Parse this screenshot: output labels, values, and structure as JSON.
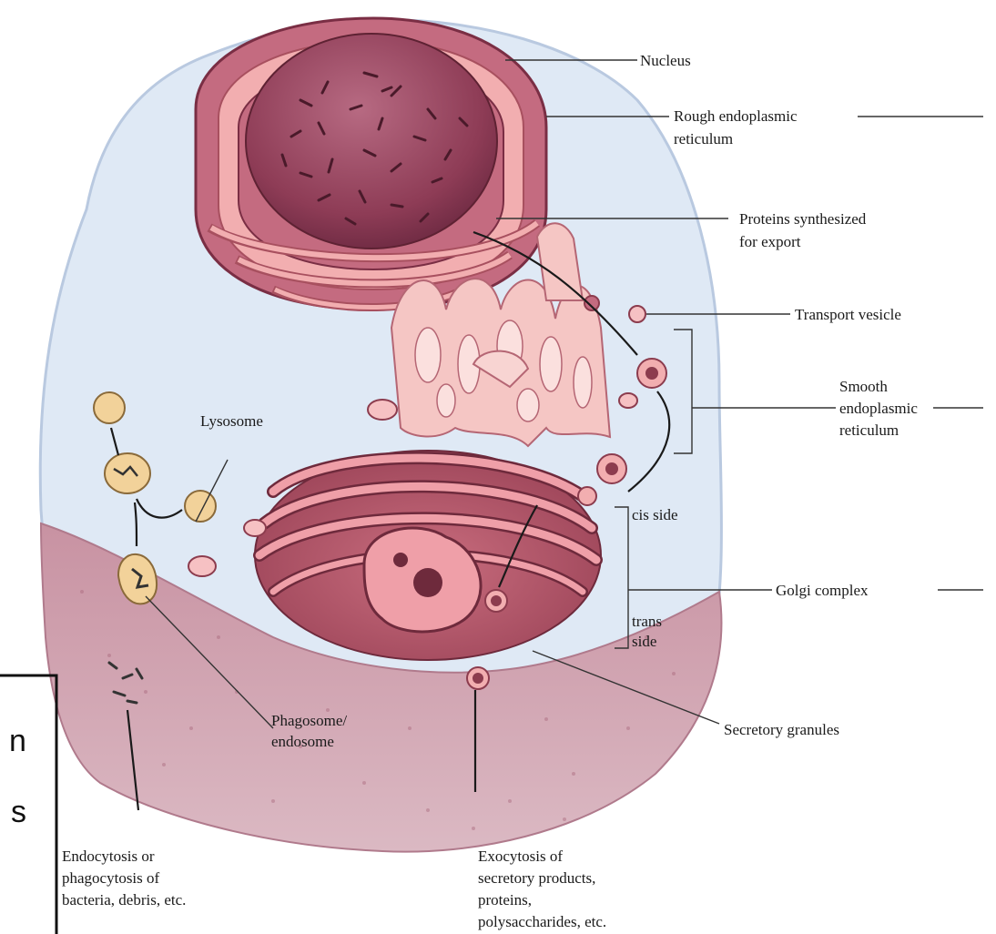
{
  "labels": {
    "nucleus": "Nucleus",
    "rough_er_1": "Rough endoplasmic",
    "rough_er_2": "reticulum",
    "proteins_1": "Proteins synthesized",
    "proteins_2": "for export",
    "transport_vesicle": "Transport vesicle",
    "smooth_er_1": "Smooth",
    "smooth_er_2": "endoplasmic",
    "smooth_er_3": "reticulum",
    "lysosome": "Lysosome",
    "cis_side": "cis side",
    "golgi": "Golgi complex",
    "trans_1": "trans",
    "trans_2": "side",
    "phagosome_1": "Phagosome/",
    "phagosome_2": "endosome",
    "secretory_granules": "Secretory granules",
    "endocytosis_1": "Endocytosis or",
    "endocytosis_2": "phagocytosis of",
    "endocytosis_3": "bacteria, debris, etc.",
    "exocytosis_1": "Exocytosis of",
    "exocytosis_2": "secretory products,",
    "exocytosis_3": "proteins,",
    "exocytosis_4": "polysaccharides, etc.",
    "edge_1": "n",
    "edge_2": "s"
  },
  "colors": {
    "cytoplasm": "#dfe9f5",
    "cytoplasm_edge": "#b9c9e0",
    "membrane_base": "#c79aa8",
    "nucleus": "#9c4a62",
    "nucleus_dark": "#5e2233",
    "er_pink": "#f2aeb0",
    "er_dark": "#a8505f",
    "golgi": "#ea9ca6",
    "lysosome": "#f2d29a"
  }
}
